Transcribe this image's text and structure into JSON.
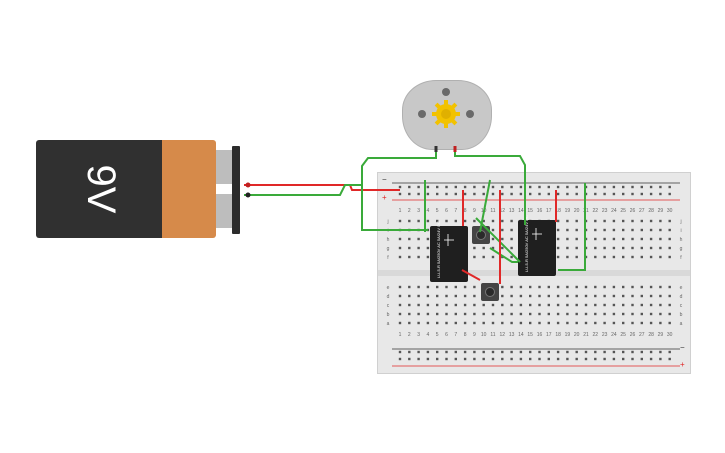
{
  "battery": {
    "label": "9V"
  },
  "relays": [
    {
      "text": "LU-5-R\n5A/250V AC\n5A/24V DC"
    },
    {
      "text": "LU-5-R\n5A/250V AC\n5A/24V DC"
    }
  ],
  "breadboard": {
    "row_letters_top": [
      "j",
      "i",
      "h",
      "g",
      "f"
    ],
    "row_letters_bottom": [
      "e",
      "d",
      "c",
      "b",
      "a"
    ],
    "rail_plus": "+",
    "rail_minus": "−",
    "columns": [
      "1",
      "2",
      "3",
      "4",
      "5",
      "6",
      "7",
      "8",
      "9",
      "10",
      "11",
      "12",
      "13",
      "14",
      "15",
      "16",
      "17",
      "18",
      "19",
      "20",
      "21",
      "22",
      "23",
      "24",
      "25",
      "26",
      "27",
      "28",
      "29",
      "30"
    ]
  },
  "colors": {
    "wire_red": "#e02828",
    "wire_green": "#3aaa3a",
    "breadboard": "#e8e8e8",
    "relay_body": "#1f1f1f",
    "battery_orange": "#d68a4a",
    "gear": "#f2c200"
  }
}
